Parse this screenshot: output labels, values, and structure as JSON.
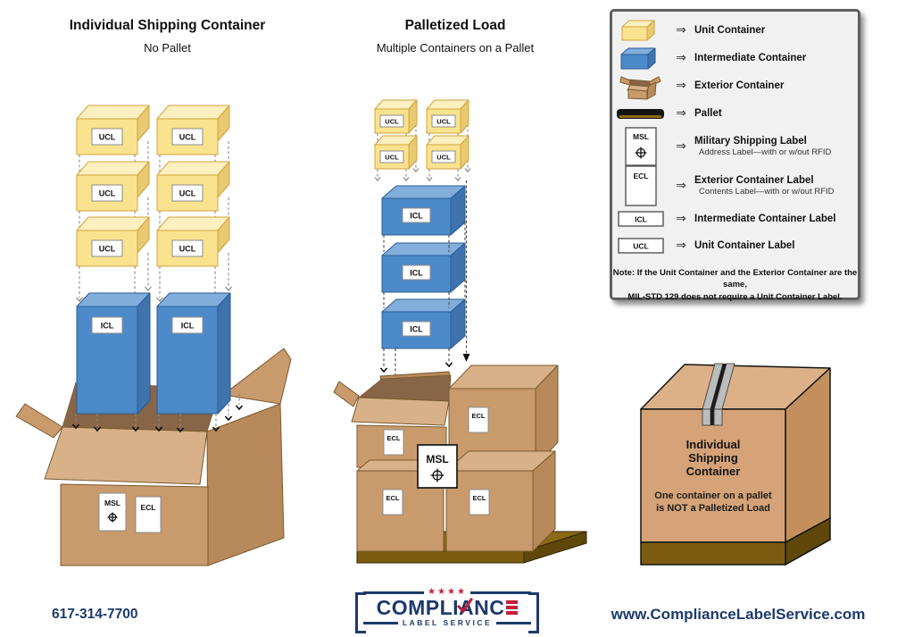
{
  "header_left": {
    "title": "Individual Shipping Container",
    "subtitle": "No Pallet"
  },
  "header_middle": {
    "title": "Palletized Load",
    "subtitle": "Multiple Containers on a Pallet"
  },
  "labels": {
    "ucl": "UCL",
    "icl": "ICL",
    "ecl": "ECL",
    "msl": "MSL"
  },
  "legend": {
    "arrow": "⇒",
    "rows": [
      {
        "icon": "unit-container",
        "label": "Unit Container"
      },
      {
        "icon": "intermediate-container",
        "label": "Intermediate Container"
      },
      {
        "icon": "exterior-container",
        "label": "Exterior Container"
      },
      {
        "icon": "pallet",
        "label": "Pallet"
      },
      {
        "icon": "msl-label",
        "label": "Military Shipping Label",
        "sublabel": "Address Label—with or w/out RFID"
      },
      {
        "icon": "ecl-label",
        "label": "Exterior Container Label",
        "sublabel": "Contents Label—with or w/out RFID"
      },
      {
        "icon": "icl-label",
        "label": "Intermediate Container Label"
      },
      {
        "icon": "ucl-label",
        "label": "Unit Container Label"
      }
    ],
    "note_line1": "Note: If the Unit Container and the Exterior Container are the same,",
    "note_line2": "MIL-STD 129 does not require a Unit Container Label."
  },
  "single_box": {
    "title_line1": "Individual",
    "title_line2": "Shipping",
    "title_line3": "Container",
    "body_line1": "One container on a pallet",
    "body_line2": "is NOT a Palletized Load"
  },
  "footer": {
    "phone": "617-314-7700",
    "website": "www.ComplianceLabelService.com"
  },
  "logo": {
    "word_pre": "COMPLI",
    "word_a": "A",
    "word_post": "NC",
    "label_service": "LABEL SERVICE"
  },
  "colors": {
    "navy": "#1d3a6b",
    "red": "#c41e3a",
    "yellow_front": "#fae38e",
    "yellow_top": "#fcefc0",
    "yellow_side": "#e7ca72",
    "yellow_border": "#d2a33c",
    "blue_front": "#4d8ac9",
    "blue_top": "#82aedb",
    "blue_side": "#3e73ad",
    "blue_border": "#2b5c94",
    "carton_front": "#c99a6c",
    "carton_top": "#d8b189",
    "carton_side": "#b8895a",
    "carton_dark": "#876546",
    "carton_border": "#7a5a2e",
    "pallet_front": "#7b5c10",
    "pallet_top": "#8b6a15",
    "pallet_side": "#5e4708",
    "sb_front": "#d5a377",
    "sb_top": "#dcb188",
    "sb_side": "#c3905d",
    "label_border": "#8c8c8c",
    "legend_bg": "#f1f1f1"
  }
}
